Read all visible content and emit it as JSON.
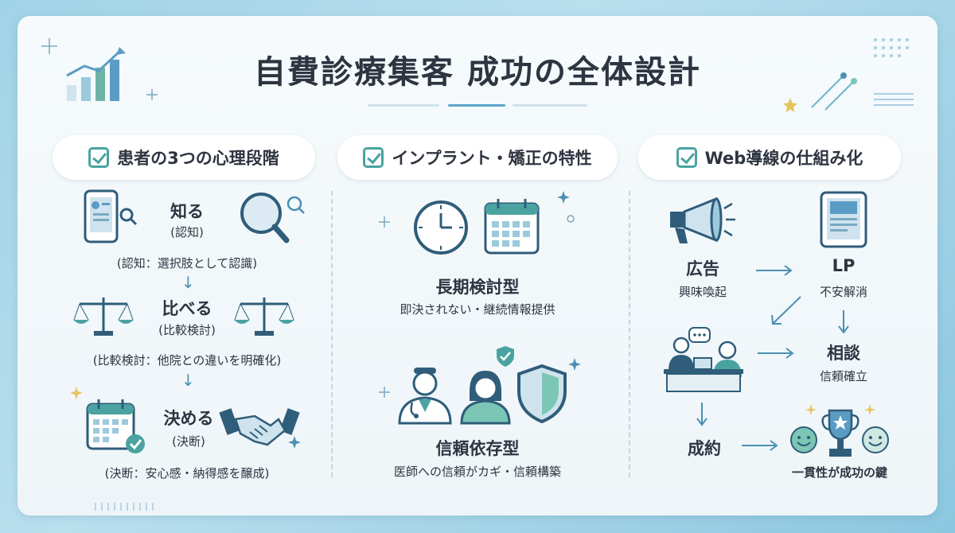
{
  "title": "自費診療集客 成功の全体設計",
  "colors": {
    "teal": "#4aa3a0",
    "blue": "#4a8fb3",
    "navy": "#2f5d7a",
    "mint": "#7cc6b6"
  },
  "columns": [
    {
      "heading": "患者の3つの心理段階",
      "steps": [
        {
          "title": "知る",
          "sub": "(認知)",
          "note": "(認知：選択肢として認識)"
        },
        {
          "title": "比べる",
          "sub": "(比較検討)",
          "note": "(比較検討：他院との違いを明確化)"
        },
        {
          "title": "決める",
          "sub": "(決断)",
          "note": "(決断：安心感・納得感を醸成)"
        }
      ]
    },
    {
      "heading": "インプラント・矯正の特性",
      "blocks": [
        {
          "title": "長期検討型",
          "desc": "即決されない・継続情報提供"
        },
        {
          "title": "信頼依存型",
          "desc": "医師への信頼がカギ・信頼構築"
        }
      ]
    },
    {
      "heading": "Web導線の仕組み化",
      "nodes": {
        "ad": {
          "title": "広告",
          "sub": "興味喚起"
        },
        "lp": {
          "title": "LP",
          "sub": "不安解消"
        },
        "consult": {
          "title": "相談",
          "sub": "信頼確立"
        },
        "contract": {
          "title": "成約"
        },
        "result": "一貫性が成功の鍵"
      }
    }
  ],
  "icons": [
    "smartphone-icon",
    "magnifier-icon",
    "scale-icon",
    "calendar-check-icon",
    "handshake-icon",
    "clock-icon",
    "calendar-icon",
    "doctor-icon",
    "patient-icon",
    "shield-icon",
    "megaphone-icon",
    "tablet-icon",
    "consultation-icon",
    "trophy-icon",
    "smiley-icon"
  ]
}
